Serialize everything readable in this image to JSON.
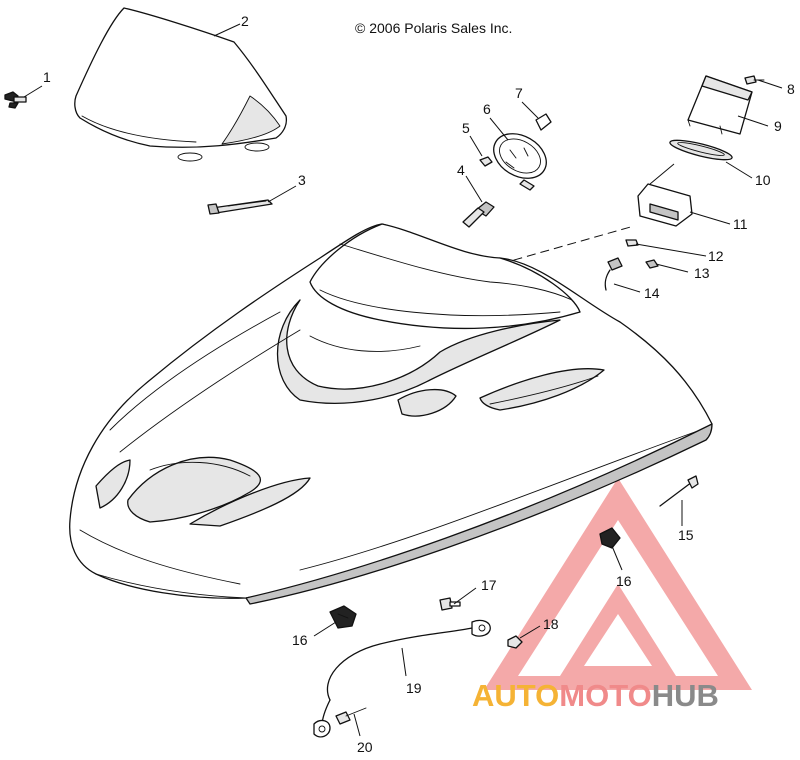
{
  "copyright": "© 2006 Polaris Sales Inc.",
  "watermark": {
    "part1": "AUTO",
    "part2": "MOTO",
    "part3": "HUB",
    "color1": "#f5b335",
    "color2": "#f08a8a",
    "color3": "#8a8a8a"
  },
  "callouts": {
    "c1": "1",
    "c2": "2",
    "c3": "3",
    "c4": "4",
    "c5": "5",
    "c6": "6",
    "c7": "7",
    "c8": "8",
    "c9": "9",
    "c10": "10",
    "c11": "11",
    "c12": "12",
    "c13": "13",
    "c14": "14",
    "c15": "15",
    "c16a": "16",
    "c16b": "16",
    "c17": "17",
    "c18": "18",
    "c19": "19",
    "c20": "20"
  }
}
